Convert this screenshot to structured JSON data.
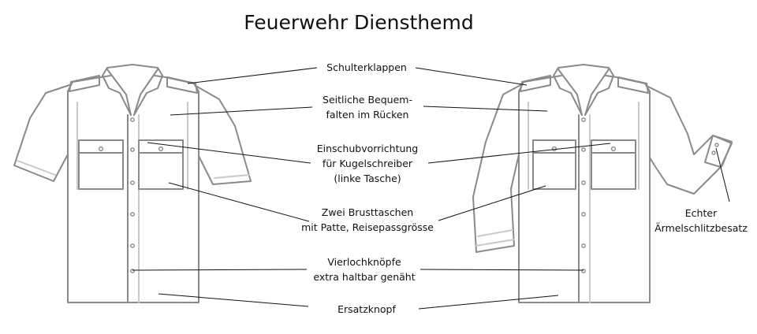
{
  "title": "Feuerwehr Diensthemd",
  "labels": {
    "schulterklappen": "Schulterklappen",
    "falten_1": "Seitliche Bequem-",
    "falten_2": "falten im Rücken",
    "einschub_1": "Einschubvorrichtung",
    "einschub_2": "für Kugelschreiber",
    "einschub_3": "(linke Tasche)",
    "taschen_1": "Zwei Brusttaschen",
    "taschen_2": "mit Patte, Reisepassgrösse",
    "knoepfe_1": "Vierlochknöpfe",
    "knoepfe_2": "extra haltbar genäht",
    "ersatzknopf": "Ersatzknopf",
    "schlitz_1": "Echter",
    "schlitz_2": "Ärmelschlitzbesatz"
  }
}
